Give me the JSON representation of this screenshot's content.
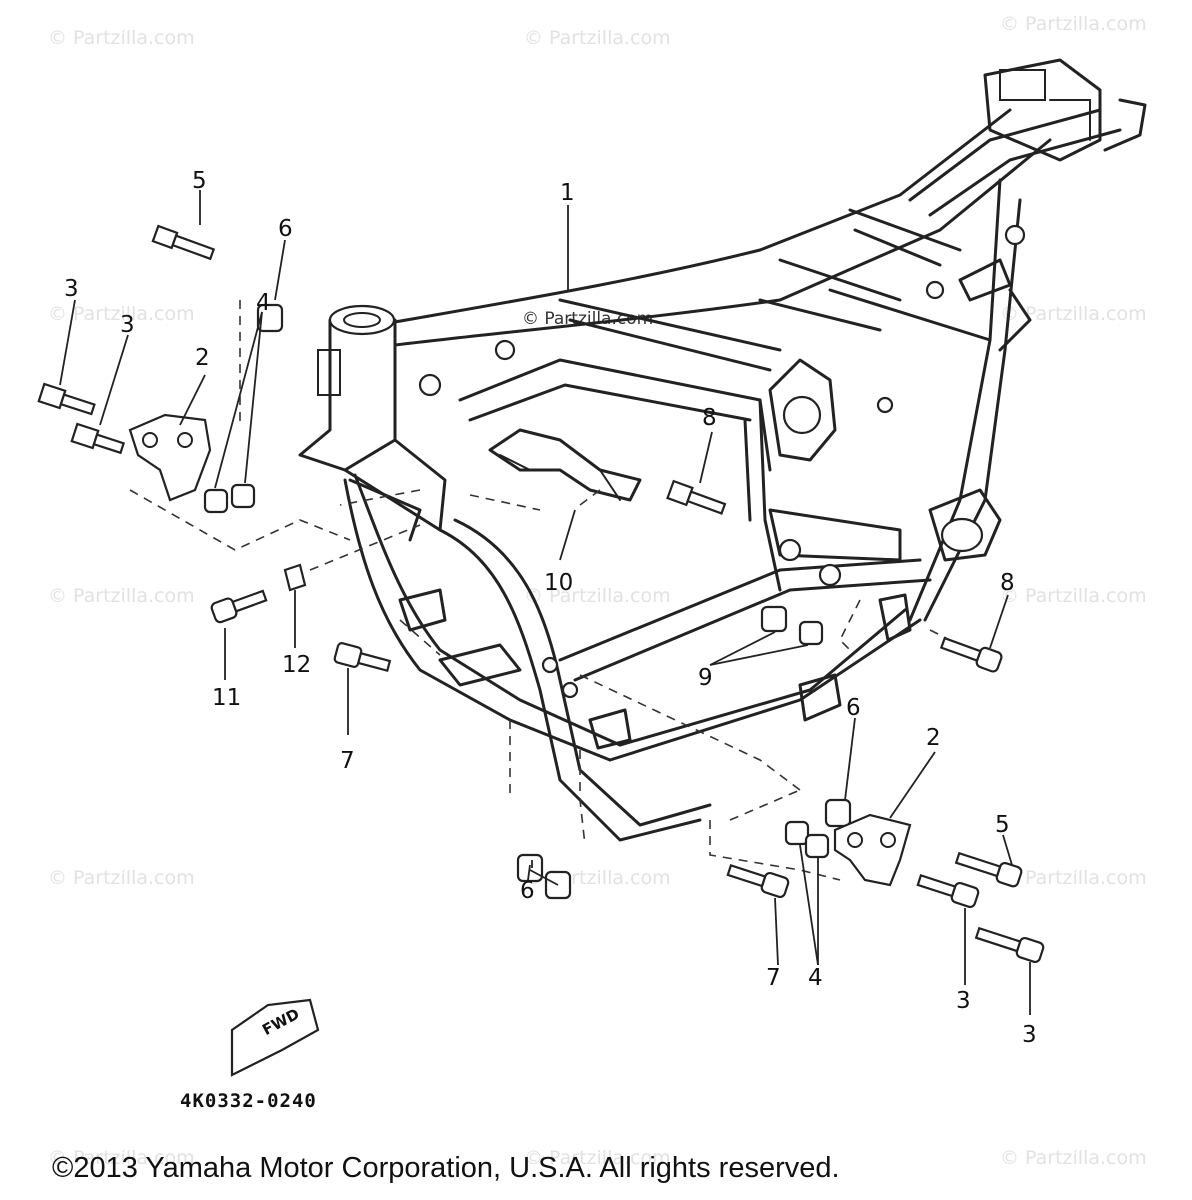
{
  "watermark": "© Partzilla.com",
  "callouts": {
    "c1": "1",
    "c2a": "2",
    "c2b": "2",
    "c3a": "3",
    "c3b": "3",
    "c3c": "3",
    "c3d": "3",
    "c4a": "4",
    "c4b": "4",
    "c5a": "5",
    "c5b": "5",
    "c6a": "6",
    "c6b": "6",
    "c6c": "6",
    "c7a": "7",
    "c7b": "7",
    "c8a": "8",
    "c8b": "8",
    "c9": "9",
    "c10": "10",
    "c11": "11",
    "c12": "12"
  },
  "fwd_label": "FWD",
  "diagram_code": "4K0332-0240",
  "copyright": "©2013 Yamaha Motor Corporation, U.S.A. All rights reserved."
}
